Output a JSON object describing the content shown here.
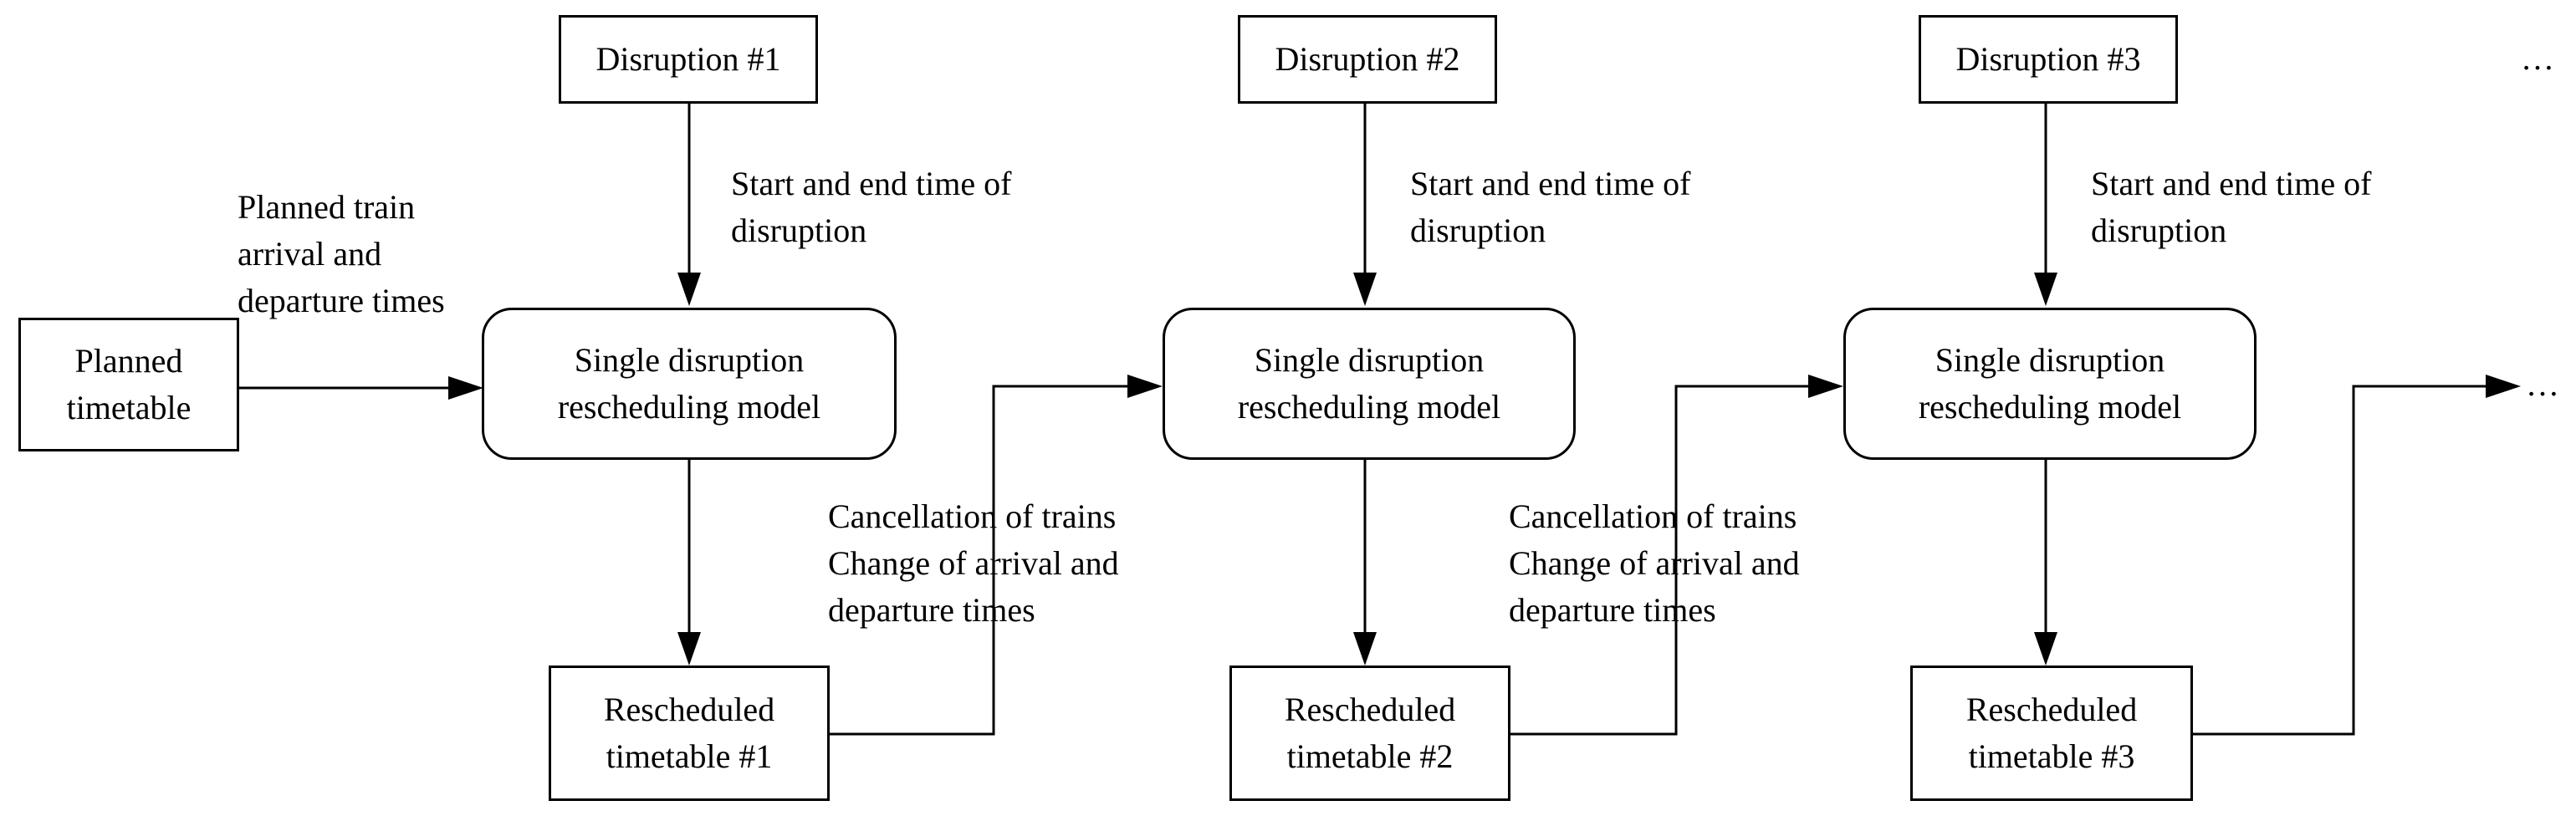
{
  "boxes": {
    "planned": [
      "Planned",
      "timetable"
    ],
    "disruption_1": "Disruption #1",
    "disruption_2": "Disruption #2",
    "disruption_3": "Disruption #3",
    "model_1": [
      "Single disruption",
      "rescheduling model"
    ],
    "model_2": [
      "Single disruption",
      "rescheduling model"
    ],
    "model_3": [
      "Single disruption",
      "rescheduling model"
    ],
    "rescheduled_1": [
      "Rescheduled",
      "timetable #1"
    ],
    "rescheduled_2": [
      "Rescheduled",
      "timetable #2"
    ],
    "rescheduled_3": [
      "Rescheduled",
      "timetable #3"
    ]
  },
  "labels": {
    "planned_input": [
      "Planned train",
      "arrival and",
      "departure times"
    ],
    "disruption_info_1": [
      "Start and end time of",
      "disruption"
    ],
    "disruption_info_2": [
      "Start and end time of",
      "disruption"
    ],
    "disruption_info_3": [
      "Start and end time of",
      "disruption"
    ],
    "output_changes_1": [
      "Cancellation of trains",
      "Change of arrival and",
      "departure times"
    ],
    "output_changes_2": [
      "Cancellation of trains",
      "Change of arrival and",
      "departure times"
    ],
    "ellipsis_top": "…",
    "ellipsis_right": "…"
  }
}
